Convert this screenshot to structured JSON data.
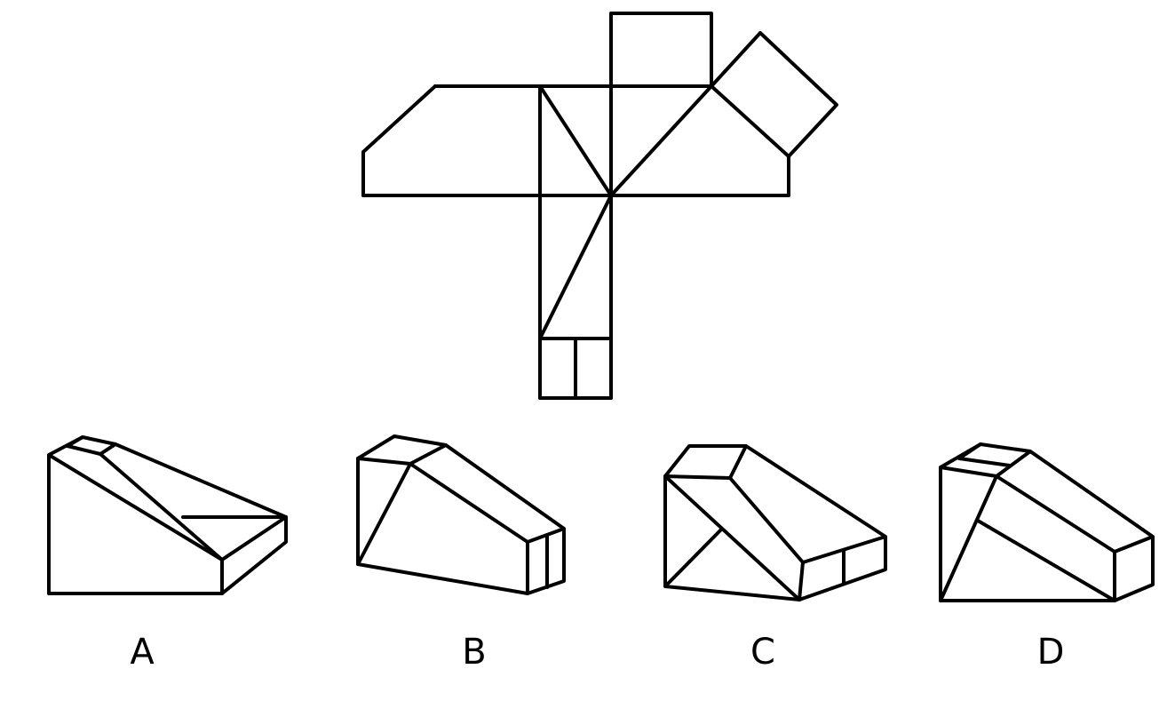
{
  "puzzle": {
    "options": [
      {
        "label": "A"
      },
      {
        "label": "B"
      },
      {
        "label": "C"
      },
      {
        "label": "D"
      }
    ]
  },
  "colors": {
    "line": "#000000",
    "background": "#ffffff"
  }
}
